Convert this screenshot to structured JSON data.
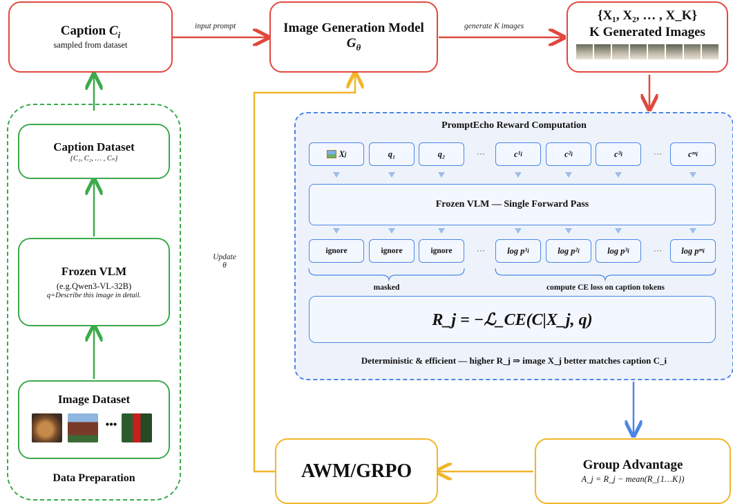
{
  "caption_box": {
    "title": "Caption",
    "var": "C",
    "sub": "i",
    "desc": "sampled from dataset"
  },
  "arrow_labels": {
    "input_prompt": "input prompt",
    "generate": "generate K images",
    "update": "Update",
    "update_var": "θ"
  },
  "gen_model": {
    "title": "Image Generation Model",
    "var": "G",
    "sub": "θ"
  },
  "generated": {
    "set": "{X₁, X₂, … , X_K}",
    "title": "K Generated Images"
  },
  "data_prep": {
    "label": "Data Preparation",
    "caption_dataset": {
      "title": "Caption Dataset",
      "set": "{C₁, C₂, … , Cₙ}"
    },
    "frozen_vlm": {
      "title": "Frozen VLM",
      "model": "(e.g.Qwen3-VL-32B)",
      "prompt": "q=Describe this image in detail."
    },
    "image_dataset": {
      "title": "Image Dataset",
      "ellipsis": "•••"
    }
  },
  "reward": {
    "title": "PromptEcho Reward Computation",
    "tokens": [
      "X",
      "q₁",
      "q₂",
      "c¹",
      "c²",
      "c³",
      "cᵐ"
    ],
    "forward_pass": "Frozen VLM — Single Forward Pass",
    "outputs": [
      "ignore",
      "ignore",
      "ignore",
      "log p¹",
      "log p²",
      "log p³",
      "log pᵐ"
    ],
    "ellipsis": "⋯",
    "masked": "masked",
    "ce_note": "compute CE loss on caption tokens",
    "formula": "R_j = −ℒ_CE(C|X_j, q)",
    "footer": "Deterministic & efficient — higher R_j ⇒ image X_j better matches caption C_i"
  },
  "awm": {
    "title": "AWM/GRPO"
  },
  "group_adv": {
    "title": "Group Advantage",
    "formula": "A_j = R_j − mean(R_{1…K})"
  },
  "colors": {
    "red": "#e0473d",
    "green": "#3aaa4a",
    "yellow": "#f2b52a",
    "blue": "#4a86e8"
  }
}
